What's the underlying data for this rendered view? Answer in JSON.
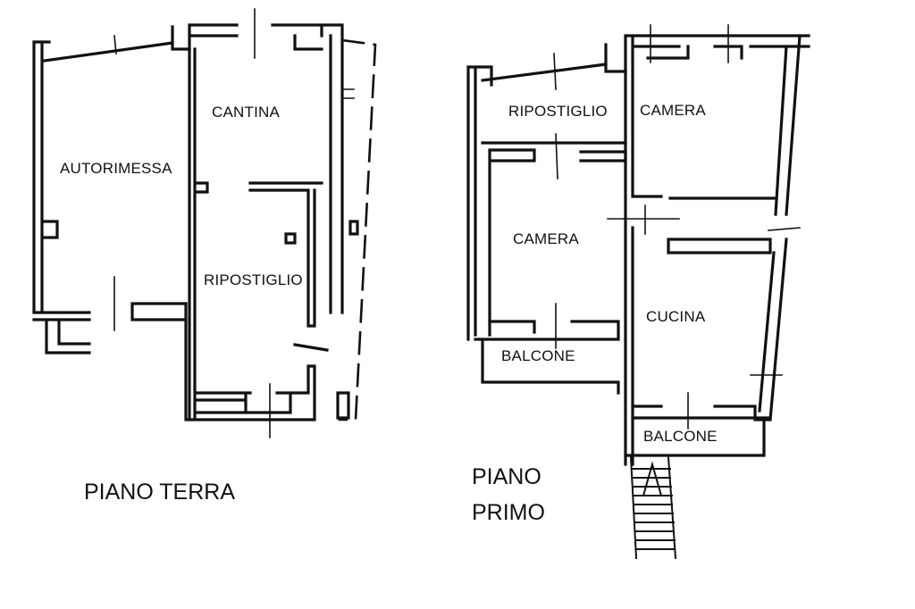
{
  "ground_floor": {
    "title": "PIANO TERRA",
    "rooms": {
      "autorimessa": "AUTORIMESSA",
      "cantina": "CANTINA",
      "ripostiglio": "RIPOSTIGLIO"
    }
  },
  "first_floor": {
    "title_line1": "PIANO",
    "title_line2": "PRIMO",
    "rooms": {
      "ripostiglio": "RIPOSTIGLIO",
      "camera_top": "CAMERA",
      "camera_left": "CAMERA",
      "cucina": "CUCINA",
      "balcone_left": "BALCONE",
      "balcone_bottom": "BALCONE"
    }
  }
}
